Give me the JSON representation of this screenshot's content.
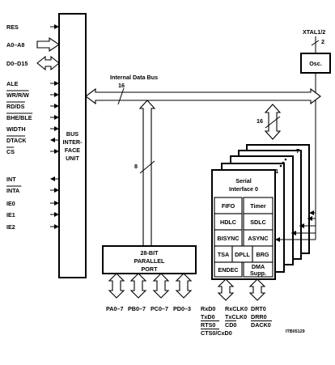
{
  "biu": {
    "lines": [
      "BUS",
      "INTER-",
      "FACE",
      "UNIT"
    ]
  },
  "left_signals": [
    {
      "label": "RES",
      "overline": false,
      "kind": "in"
    },
    {
      "label": "A0–A8",
      "overline": false,
      "kind": "bus-in"
    },
    {
      "label": "D0–D15",
      "overline": false,
      "kind": "bus-bi"
    },
    {
      "label": "ALE",
      "overline": false,
      "kind": "in"
    },
    {
      "label": "WR/R/W",
      "overline": true,
      "kind": "in"
    },
    {
      "label": "RD/DS",
      "overline": true,
      "kind": "in"
    },
    {
      "label": "BHE/BLE",
      "overline": true,
      "kind": "in"
    },
    {
      "label": "WIDTH",
      "overline": false,
      "kind": "in"
    },
    {
      "label": "DTACK",
      "overline": true,
      "kind": "out"
    },
    {
      "label": "CS",
      "overline": true,
      "kind": "in"
    },
    {
      "label": "INT",
      "overline": false,
      "kind": "out"
    },
    {
      "label": "INTA",
      "overline": true,
      "kind": "in"
    },
    {
      "label": "IE0",
      "overline": false,
      "kind": "in"
    },
    {
      "label": "IE1",
      "overline": false,
      "kind": "in"
    },
    {
      "label": "IE2",
      "overline": false,
      "kind": "in"
    }
  ],
  "bus": {
    "label": "Internal Data Bus",
    "width": "16"
  },
  "width_16b": "16",
  "width_8": "8",
  "parallel": {
    "line1": "28-BIT",
    "line2": "PARALLEL",
    "line3": "PORT"
  },
  "ports": [
    "PA0–7",
    "PB0–7",
    "PC0–7",
    "PD0–3"
  ],
  "xtal": {
    "label": "XTAL1/2",
    "count": "2"
  },
  "osc": "Osc.",
  "serial": {
    "title1": "Serial",
    "title2": "Interface 0",
    "stack_labels": [
      "7",
      "1"
    ],
    "cells": {
      "fifo": "FIFO",
      "timer": "Timer",
      "hdlc": "HDLC",
      "sdlc": "SDLC",
      "bisync": "BISYNC",
      "async": "ASYNC",
      "tsa": "TSA",
      "dpll": "DPLL",
      "brg": "BRG",
      "endec": "ENDEC",
      "dma1": "DMA",
      "dma2": "Supp."
    }
  },
  "serial_pins": {
    "col1": [
      "RxD0",
      "TxD0",
      "RTS0",
      "CTS0/CxD0"
    ],
    "col1_overline": [
      false,
      false,
      true,
      true
    ],
    "col2": [
      "RxCLK0",
      "TxCLK0",
      "CD0"
    ],
    "col2_overline": [
      false,
      false,
      true
    ],
    "col3": [
      "DRT0",
      "DRR0",
      "DACK0"
    ],
    "col3_overline": [
      false,
      false,
      true
    ]
  },
  "figure_id": "ITB05129"
}
